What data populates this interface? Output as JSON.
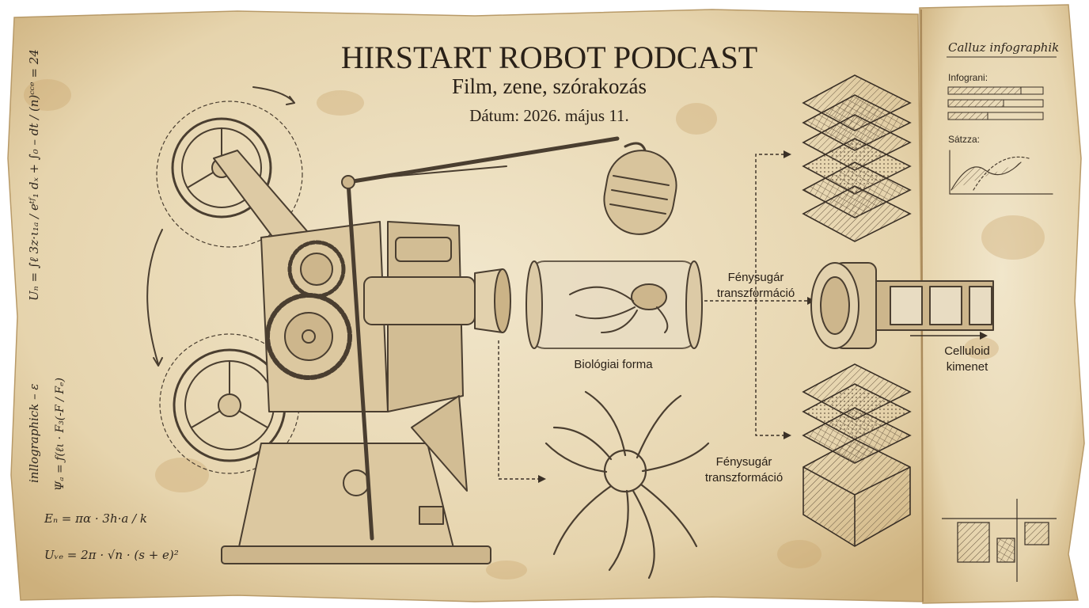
{
  "header": {
    "title": "HIRSTART ROBOT PODCAST",
    "subtitle": "Film, zene, szórakozás",
    "date": "Dátum: 2026. május 11."
  },
  "labels": {
    "bio_form": "Biológiai forma",
    "transform_top": [
      "Fénysugár",
      "transzformáció"
    ],
    "transform_bottom": [
      "Fénysugár",
      "transzformáció"
    ],
    "celluloid": [
      "Celluloid",
      "kimenet"
    ]
  },
  "sidebar": {
    "heading": "Calluz infographik",
    "infogram_label": "Infograni:",
    "chart_label": "Sátzza:"
  },
  "formulas": {
    "vertical_top": "Uₙ = ∫ℓ  3z·ι₁ₐ / eᵗᶠ₁  dₓ + ∫₀ – dt / (n)ᶜᶜᵉ  = 24",
    "vertical_mid": "inllographick – ε",
    "vertical_low": "Ψₐ = ƒ(ℓι · F₃(-F / Fₑ)",
    "line1": "Eₙ = πα · 3h·a / k",
    "line2": "Uᵥₑ = 2π · √n · (s + e)²"
  },
  "colors": {
    "paper": "#eadcbc",
    "ink": "#4a3e30",
    "stain": "#c9a46a"
  }
}
